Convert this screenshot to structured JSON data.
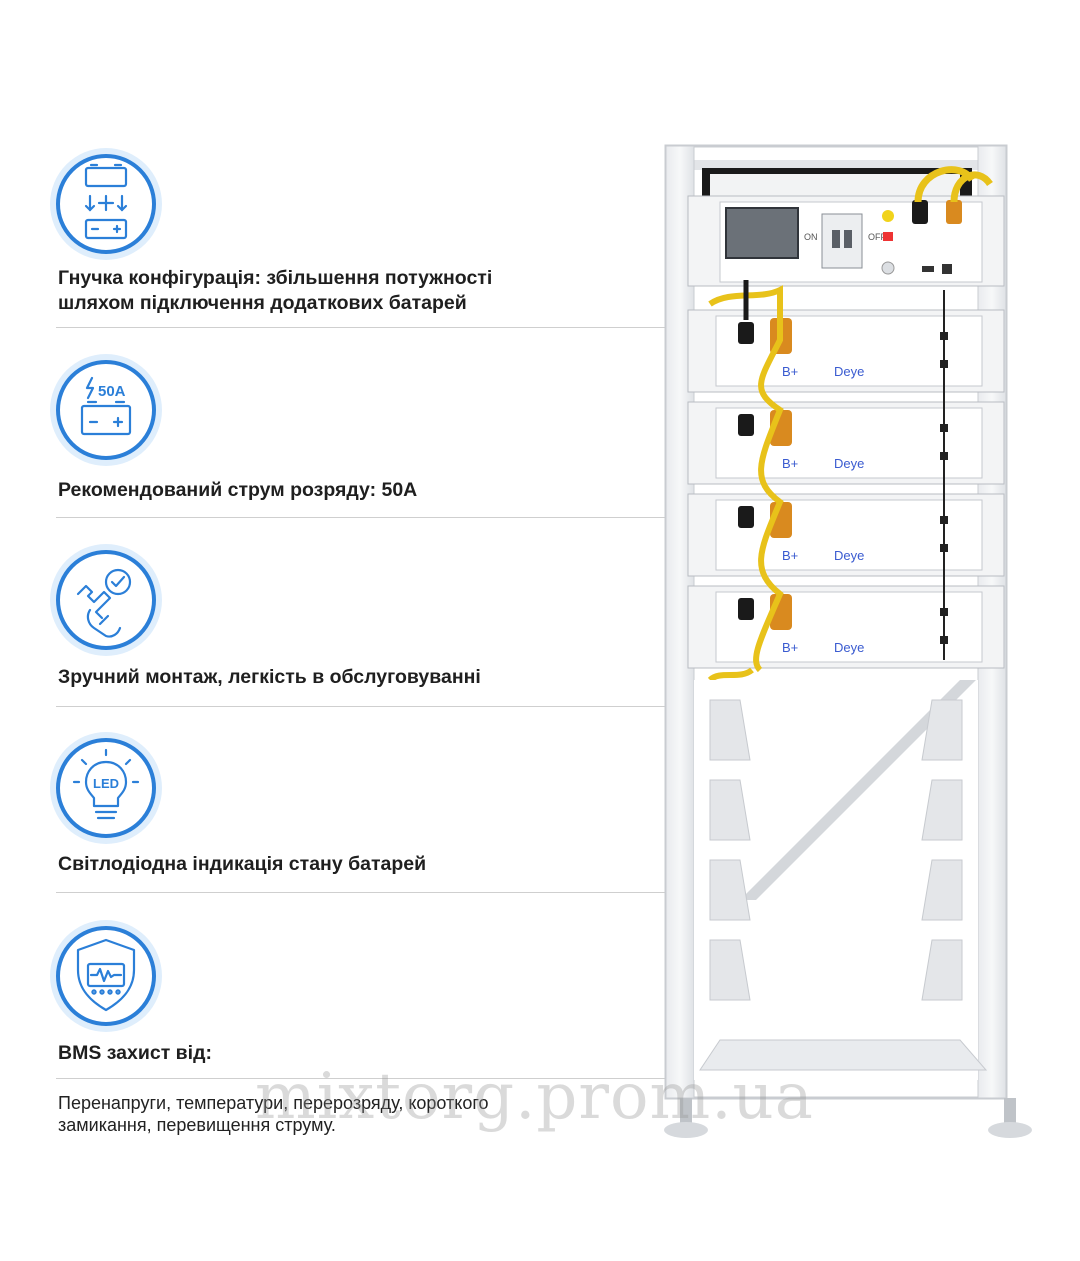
{
  "features": [
    {
      "icon": "battery-expansion-icon",
      "title_line1": "Гнучка конфігурація: збільшення потужності",
      "title_line2": "шляхом підключення додаткових батарей"
    },
    {
      "icon": "battery-current-icon",
      "icon_text": "50A",
      "title_line1": "Рекомендований струм розряду: 50А",
      "title_line2": ""
    },
    {
      "icon": "wrench-check-icon",
      "title_line1": "Зручний монтаж, легкість в обслуговуванні",
      "title_line2": ""
    },
    {
      "icon": "led-bulb-icon",
      "icon_text": "LED",
      "title_line1": "Світлодіодна індикація стану батарей",
      "title_line2": ""
    },
    {
      "icon": "shield-bms-icon",
      "title_line1": "BMS захист від:",
      "title_line2": ""
    }
  ],
  "protection_description": {
    "line1": "Перенапруги, температури, перерозряду, короткого",
    "line2": "замикання, перевищення струму."
  },
  "watermark": "mixtorg.prom.ua",
  "rack": {
    "controller": {
      "switch_on": "ON",
      "switch_off": "OFF"
    },
    "modules": [
      {
        "terminal": "B+",
        "brand": "Deye"
      },
      {
        "terminal": "B+",
        "brand": "Deye"
      },
      {
        "terminal": "B+",
        "brand": "Deye"
      },
      {
        "terminal": "B+",
        "brand": "Deye"
      }
    ]
  },
  "colors": {
    "accent": "#2b7fd8",
    "accent_light": "#dfeefc",
    "cable": "#e8c21a",
    "connector": "#d98a1f"
  }
}
